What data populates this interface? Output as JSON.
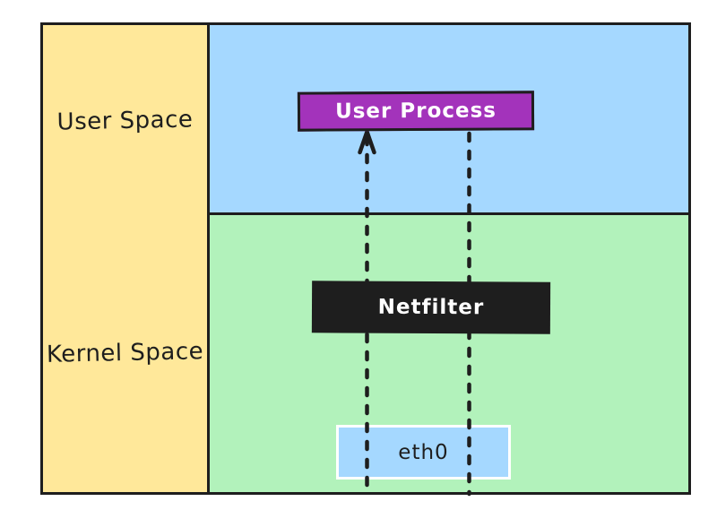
{
  "diagram": {
    "title": "netfilter packet path diagram",
    "regions": {
      "user_space_label": "User Space",
      "kernel_space_label": "Kernel Space"
    },
    "nodes": {
      "user_process_label": "User Process",
      "netfilter_label": "Netfilter",
      "eth0_label": "eth0"
    },
    "flows": [
      {
        "name": "inbound-packet-flow",
        "style": "dashed",
        "direction": "up",
        "from": "bottom edge",
        "through": [
          "eth0",
          "Netfilter"
        ],
        "to": "User Process",
        "arrowhead": "up"
      },
      {
        "name": "outbound-packet-flow",
        "style": "dashed",
        "direction": "down",
        "from": "User Process",
        "through": [
          "Netfilter",
          "eth0"
        ],
        "to": "bottom edge",
        "arrowhead": "none"
      }
    ],
    "colors": {
      "ink": "#1e1e1e",
      "yellow": "#ffe89a",
      "blue": "#a5d8ff",
      "green": "#b2f2bb",
      "purple": "#a333bb",
      "white": "#ffffff"
    }
  }
}
